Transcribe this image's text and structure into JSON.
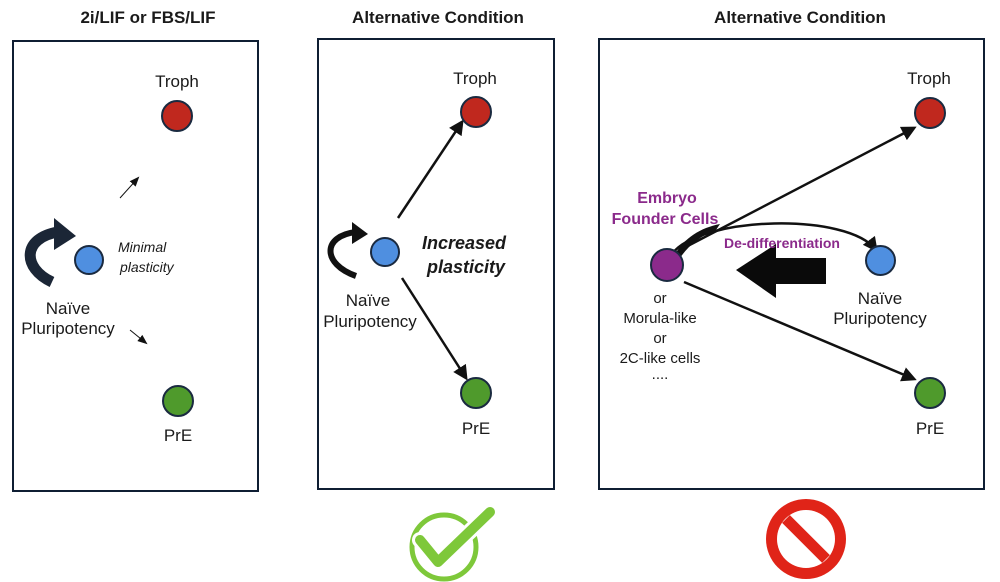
{
  "panel1": {
    "title": "2i/LIF or FBS/LIF",
    "troph": "Troph",
    "pre": "PrE",
    "naive_line1": "Naïve",
    "naive_line2": "Pluripotency",
    "note_line1": "Minimal",
    "note_line2": "plasticity"
  },
  "panel2": {
    "title": "Alternative Condition",
    "troph": "Troph",
    "pre": "PrE",
    "naive_line1": "Naïve",
    "naive_line2": "Pluripotency",
    "note_line1": "Increased",
    "note_line2": "plasticity"
  },
  "panel3": {
    "title": "Alternative Condition",
    "troph": "Troph",
    "pre": "PrE",
    "naive_line1": "Naïve",
    "naive_line2": "Pluripotency",
    "founder_line1": "Embryo",
    "founder_line2": "Founder Cells",
    "dediff": "De-differentiation",
    "or1": "or",
    "alt1": "Morula-like",
    "or2": "or",
    "alt2": "2C-like cells",
    "ellipsis": "...."
  },
  "colors": {
    "troph": "#c0281e",
    "pre": "#4f9a2c",
    "naive": "#4f8fe0",
    "founder": "#8b2a8b",
    "label_purple": "#8b2a8b",
    "check": "#7ec83a",
    "prohibit": "#e02418",
    "border": "#0f1e33"
  },
  "icons": {
    "panel2_badge": "check-icon",
    "panel3_badge": "prohibited-icon"
  }
}
